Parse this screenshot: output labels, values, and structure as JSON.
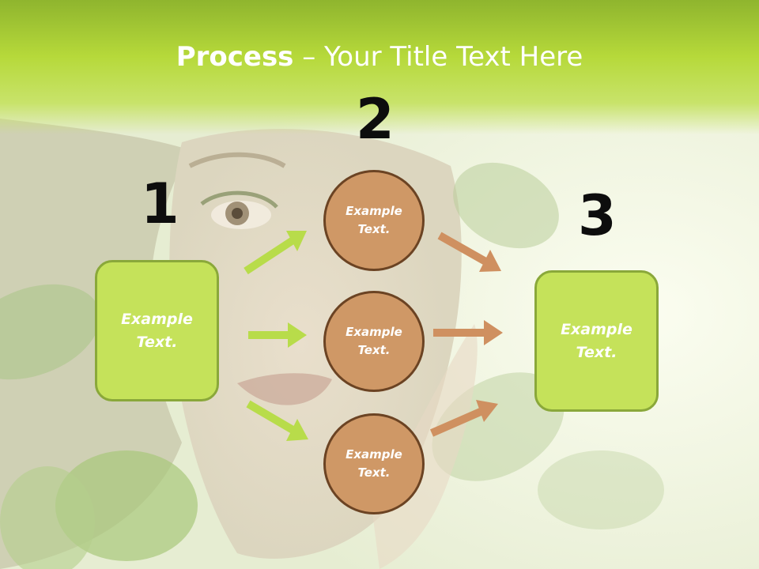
{
  "title": {
    "bold": "Process",
    "rest": " – Your Title Text Here"
  },
  "numbers": [
    "1",
    "2",
    "3"
  ],
  "left_box": {
    "line1": "Example",
    "line2": "Text."
  },
  "right_box": {
    "line1": "Example",
    "line2": "Text."
  },
  "circles": [
    {
      "line1": "Example",
      "line2": "Text."
    },
    {
      "line1": "Example",
      "line2": "Text."
    },
    {
      "line1": "Example",
      "line2": "Text."
    }
  ],
  "colors": {
    "header_green": "#a8cc35",
    "box_fill": "#c5e25a",
    "circle_fill": "#cf9866",
    "circle_border": "#6b4323",
    "arrow_green": "#b8dc4a",
    "arrow_brown": "#cf9060"
  }
}
